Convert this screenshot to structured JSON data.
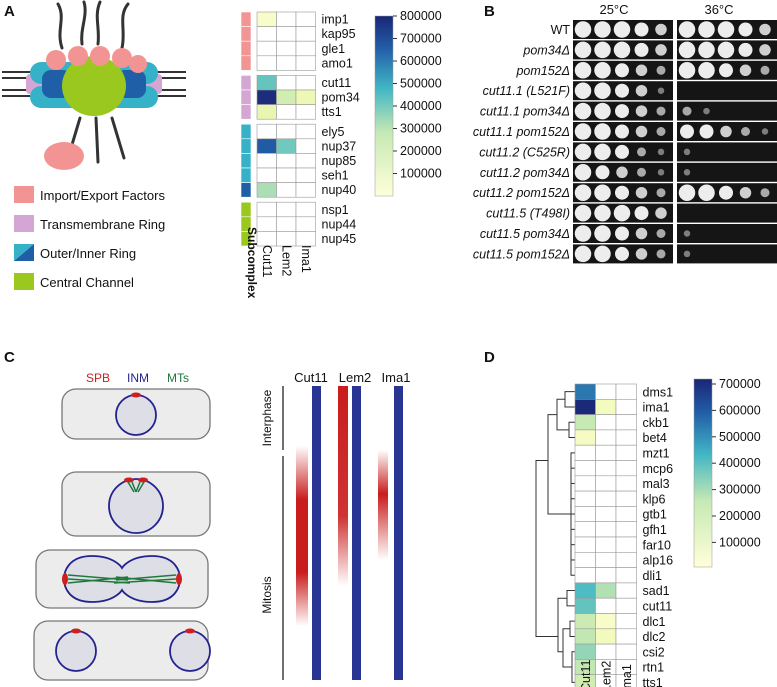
{
  "panel_labels": {
    "a": "A",
    "b": "B",
    "c": "C",
    "d": "D"
  },
  "panel_a": {
    "legend": [
      {
        "label": "Import/Export Factors",
        "color": "#f29494"
      },
      {
        "label": "Transmembrane Ring",
        "color": "#d3a6d3"
      },
      {
        "label": "Outer/Inner Ring",
        "color": "#36b2c8",
        "color2": "#1f5fa8"
      },
      {
        "label": "Central Channel",
        "color": "#9bc81f"
      }
    ],
    "heatmap": {
      "rows": [
        "imp1",
        "kap95",
        "gle1",
        "amo1",
        "cut11",
        "pom34",
        "tts1",
        "ely5",
        "nup37",
        "nup85",
        "seh1",
        "nup40",
        "nsp1",
        "nup44",
        "nup45"
      ],
      "columns": [
        "Cut11",
        "Lem2",
        "Ima1"
      ],
      "subcomplex_label": "Subcomplex",
      "colorbar_ticks": [
        "800000",
        "700000",
        "600000",
        "500000",
        "400000",
        "300000",
        "200000",
        "100000"
      ]
    }
  },
  "panel_b": {
    "temperatures": [
      "25°C",
      "36°C"
    ],
    "strains": [
      "WT",
      "pom34Δ",
      "pom152Δ",
      "cut11.1 (L521F)",
      "cut11.1 pom34Δ",
      "cut11.1 pom152Δ",
      "cut11.2 (C525R)",
      "cut11.2 pom34Δ",
      "cut11.2 pom152Δ",
      "cut11.5 (T498I)",
      "cut11.5 pom34Δ",
      "cut11.5 pom152Δ"
    ]
  },
  "panel_c": {
    "legend": {
      "spb": "SPB",
      "inm": "INM",
      "mts": "MTs"
    },
    "columns": [
      "Cut11",
      "Lem2",
      "Ima1"
    ],
    "phases": [
      "Interphase",
      "Mitosis"
    ]
  },
  "panel_d": {
    "rows": [
      "dms1",
      "ima1",
      "ckb1",
      "bet4",
      "mzt1",
      "mcp6",
      "mal3",
      "klp6",
      "gtb1",
      "gfh1",
      "far10",
      "alp16",
      "dli1",
      "sad1",
      "cut11",
      "dlc1",
      "dlc2",
      "csi2",
      "rtn1",
      "tts1"
    ],
    "columns": [
      "Cut11",
      "Lem2",
      "Ima1"
    ],
    "colorbar_ticks": [
      "700000",
      "600000",
      "500000",
      "400000",
      "300000",
      "200000",
      "100000"
    ]
  },
  "chart_data": [
    {
      "type": "heatmap",
      "panel": "A",
      "rows": [
        "imp1",
        "kap95",
        "gle1",
        "amo1",
        "cut11",
        "pom34",
        "tts1",
        "ely5",
        "nup37",
        "nup85",
        "seh1",
        "nup40",
        "nsp1",
        "nup44",
        "nup45"
      ],
      "columns": [
        "Cut11",
        "Lem2",
        "Ima1"
      ],
      "row_groups": [
        "Import/Export Factors",
        "Import/Export Factors",
        "Import/Export Factors",
        "Import/Export Factors",
        "Transmembrane Ring",
        "Transmembrane Ring",
        "Transmembrane Ring",
        "Outer/Inner Ring",
        "Outer/Inner Ring",
        "Outer/Inner Ring",
        "Outer/Inner Ring",
        "Outer/Inner Ring",
        "Central Channel",
        "Central Channel",
        "Central Channel"
      ],
      "values": [
        [
          60000,
          0,
          0
        ],
        [
          0,
          0,
          0
        ],
        [
          0,
          0,
          0
        ],
        [
          0,
          0,
          0
        ],
        [
          420000,
          0,
          0
        ],
        [
          780000,
          220000,
          150000
        ],
        [
          170000,
          0,
          0
        ],
        [
          0,
          0,
          0
        ],
        [
          650000,
          400000,
          0
        ],
        [
          0,
          0,
          0
        ],
        [
          0,
          0,
          0
        ],
        [
          300000,
          0,
          0
        ],
        [
          0,
          0,
          0
        ],
        [
          0,
          0,
          0
        ],
        [
          0,
          0,
          0
        ]
      ],
      "colorbar_range": [
        0,
        800000
      ]
    },
    {
      "type": "heatmap",
      "panel": "D",
      "rows": [
        "dms1",
        "ima1",
        "ckb1",
        "bet4",
        "mzt1",
        "mcp6",
        "mal3",
        "klp6",
        "gtb1",
        "gfh1",
        "far10",
        "alp16",
        "dli1",
        "sad1",
        "cut11",
        "dlc1",
        "dlc2",
        "csi2",
        "rtn1",
        "tts1"
      ],
      "columns": [
        "Cut11",
        "Lem2",
        "Ima1"
      ],
      "values": [
        [
          520000,
          0,
          0
        ],
        [
          690000,
          90000,
          0
        ],
        [
          210000,
          0,
          0
        ],
        [
          80000,
          0,
          0
        ],
        [
          0,
          0,
          0
        ],
        [
          0,
          0,
          0
        ],
        [
          0,
          0,
          0
        ],
        [
          0,
          0,
          0
        ],
        [
          0,
          0,
          0
        ],
        [
          0,
          0,
          0
        ],
        [
          0,
          0,
          0
        ],
        [
          0,
          0,
          0
        ],
        [
          0,
          0,
          0
        ],
        [
          400000,
          250000,
          0
        ],
        [
          370000,
          0,
          0
        ],
        [
          200000,
          60000,
          0
        ],
        [
          220000,
          100000,
          0
        ],
        [
          300000,
          0,
          0
        ],
        [
          220000,
          0,
          0
        ],
        [
          190000,
          0,
          0
        ]
      ],
      "colorbar_range": [
        0,
        700000
      ]
    }
  ],
  "growth": [
    [
      [
        5,
        5,
        5,
        4,
        3
      ],
      [
        5,
        5,
        5,
        4,
        3
      ]
    ],
    [
      [
        5,
        5,
        5,
        4,
        3
      ],
      [
        5,
        5,
        5,
        4,
        3
      ]
    ],
    [
      [
        5,
        5,
        4,
        3,
        2
      ],
      [
        5,
        5,
        4,
        3,
        2
      ]
    ],
    [
      [
        5,
        5,
        4,
        3,
        1
      ],
      [
        0,
        0,
        0,
        0,
        0
      ]
    ],
    [
      [
        5,
        5,
        4,
        3,
        2
      ],
      [
        2,
        1,
        0,
        0,
        0
      ]
    ],
    [
      [
        5,
        5,
        4,
        3,
        2
      ],
      [
        4,
        4,
        3,
        2,
        1
      ]
    ],
    [
      [
        5,
        5,
        4,
        2,
        1
      ],
      [
        1,
        0,
        0,
        0,
        0
      ]
    ],
    [
      [
        5,
        4,
        3,
        2,
        1
      ],
      [
        1,
        0,
        0,
        0,
        0
      ]
    ],
    [
      [
        5,
        5,
        4,
        3,
        2
      ],
      [
        5,
        5,
        4,
        3,
        2
      ]
    ],
    [
      [
        5,
        5,
        5,
        4,
        3
      ],
      [
        0,
        0,
        0,
        0,
        0
      ]
    ],
    [
      [
        5,
        5,
        4,
        3,
        2
      ],
      [
        1,
        0,
        0,
        0,
        0
      ]
    ],
    [
      [
        5,
        5,
        4,
        3,
        2
      ],
      [
        1,
        0,
        0,
        0,
        0
      ]
    ]
  ],
  "colors": {
    "hm_low": "#ffffd9",
    "hm_mid": "#41b6c4",
    "hm_high": "#253494",
    "spb": "#cc1f1f",
    "inm": "#23238f",
    "mts": "#1f7a3a",
    "lane_red": "#c91c1c",
    "lane_blue": "#283593"
  }
}
